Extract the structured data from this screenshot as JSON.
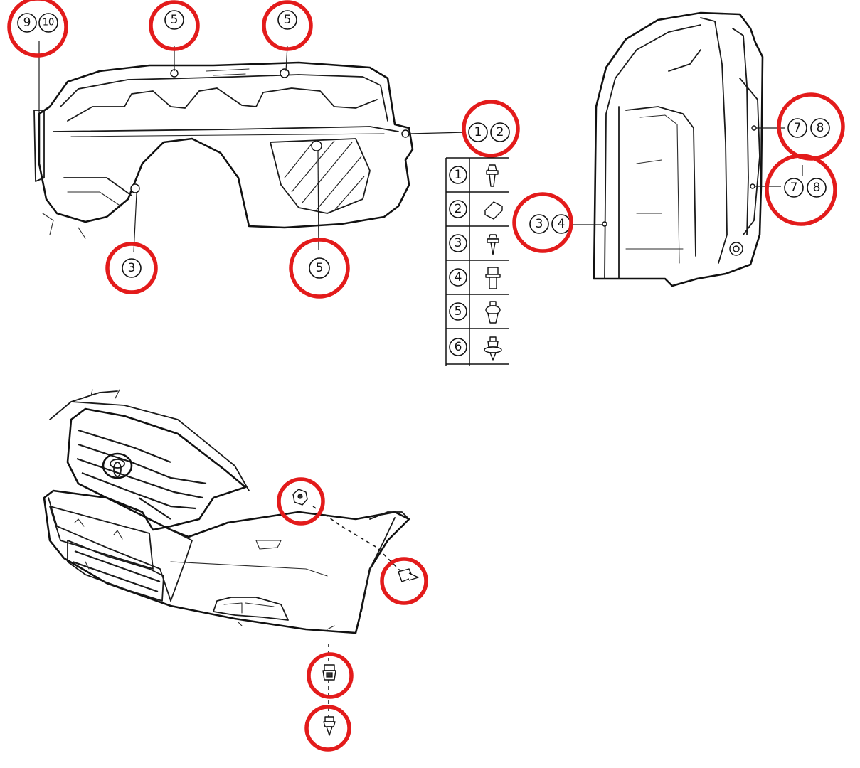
{
  "callouts": {
    "c9": "9",
    "c10": "10",
    "c5": "5",
    "c1": "1",
    "c2": "2",
    "c3": "3",
    "c4": "4",
    "c6": "6",
    "c7": "7",
    "c8": "8"
  },
  "colors": {
    "highlight_ring": "#e31b1b",
    "line_art": "#1a1a1a",
    "background": "#ffffff"
  },
  "legend_table": {
    "rows": [
      {
        "number": "1",
        "fastener_icon": "screw-grommet-icon"
      },
      {
        "number": "2",
        "fastener_icon": "clip-nut-icon"
      },
      {
        "number": "3",
        "fastener_icon": "screw-icon"
      },
      {
        "number": "4",
        "fastener_icon": "bolt-icon"
      },
      {
        "number": "5",
        "fastener_icon": "push-clip-icon"
      },
      {
        "number": "6",
        "fastener_icon": "washer-screw-icon"
      }
    ]
  },
  "bumper_view": {
    "fastener_icons": [
      "push-clip-icon",
      "screw-icon",
      "nut-icon",
      "screw-icon"
    ]
  }
}
